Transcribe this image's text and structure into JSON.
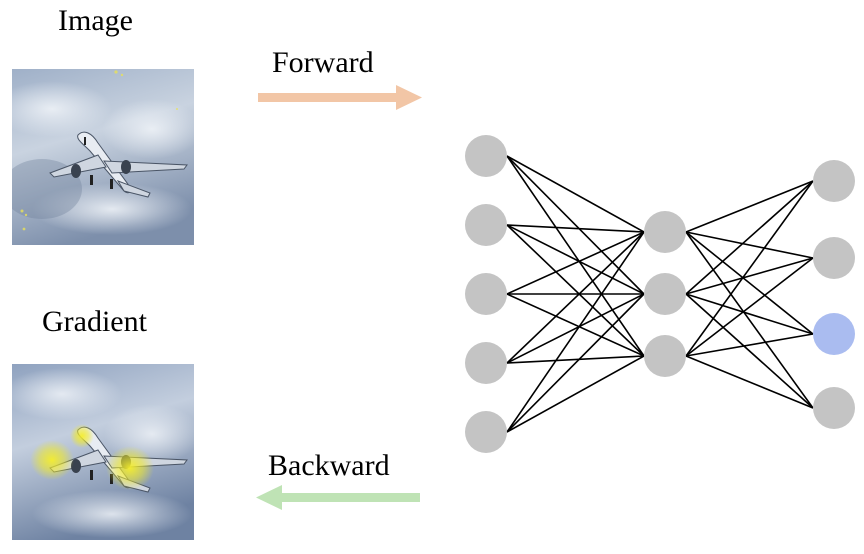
{
  "labels": {
    "image": "Image",
    "gradient": "Gradient",
    "forward": "Forward",
    "backward": "Backward"
  },
  "colors": {
    "forward_arrow": "#f2c6a6",
    "backward_arrow": "#bfe3b5",
    "node": "#c4c4c4",
    "highlight_node": "#aabcf0",
    "edge": "#000000",
    "saliency": "#f1ea2a"
  },
  "network": {
    "layers": [
      5,
      3,
      4
    ],
    "highlighted": {
      "layer": 2,
      "index": 2
    }
  },
  "icons": [
    "airplane-photo",
    "airplane-gradient-photo"
  ]
}
